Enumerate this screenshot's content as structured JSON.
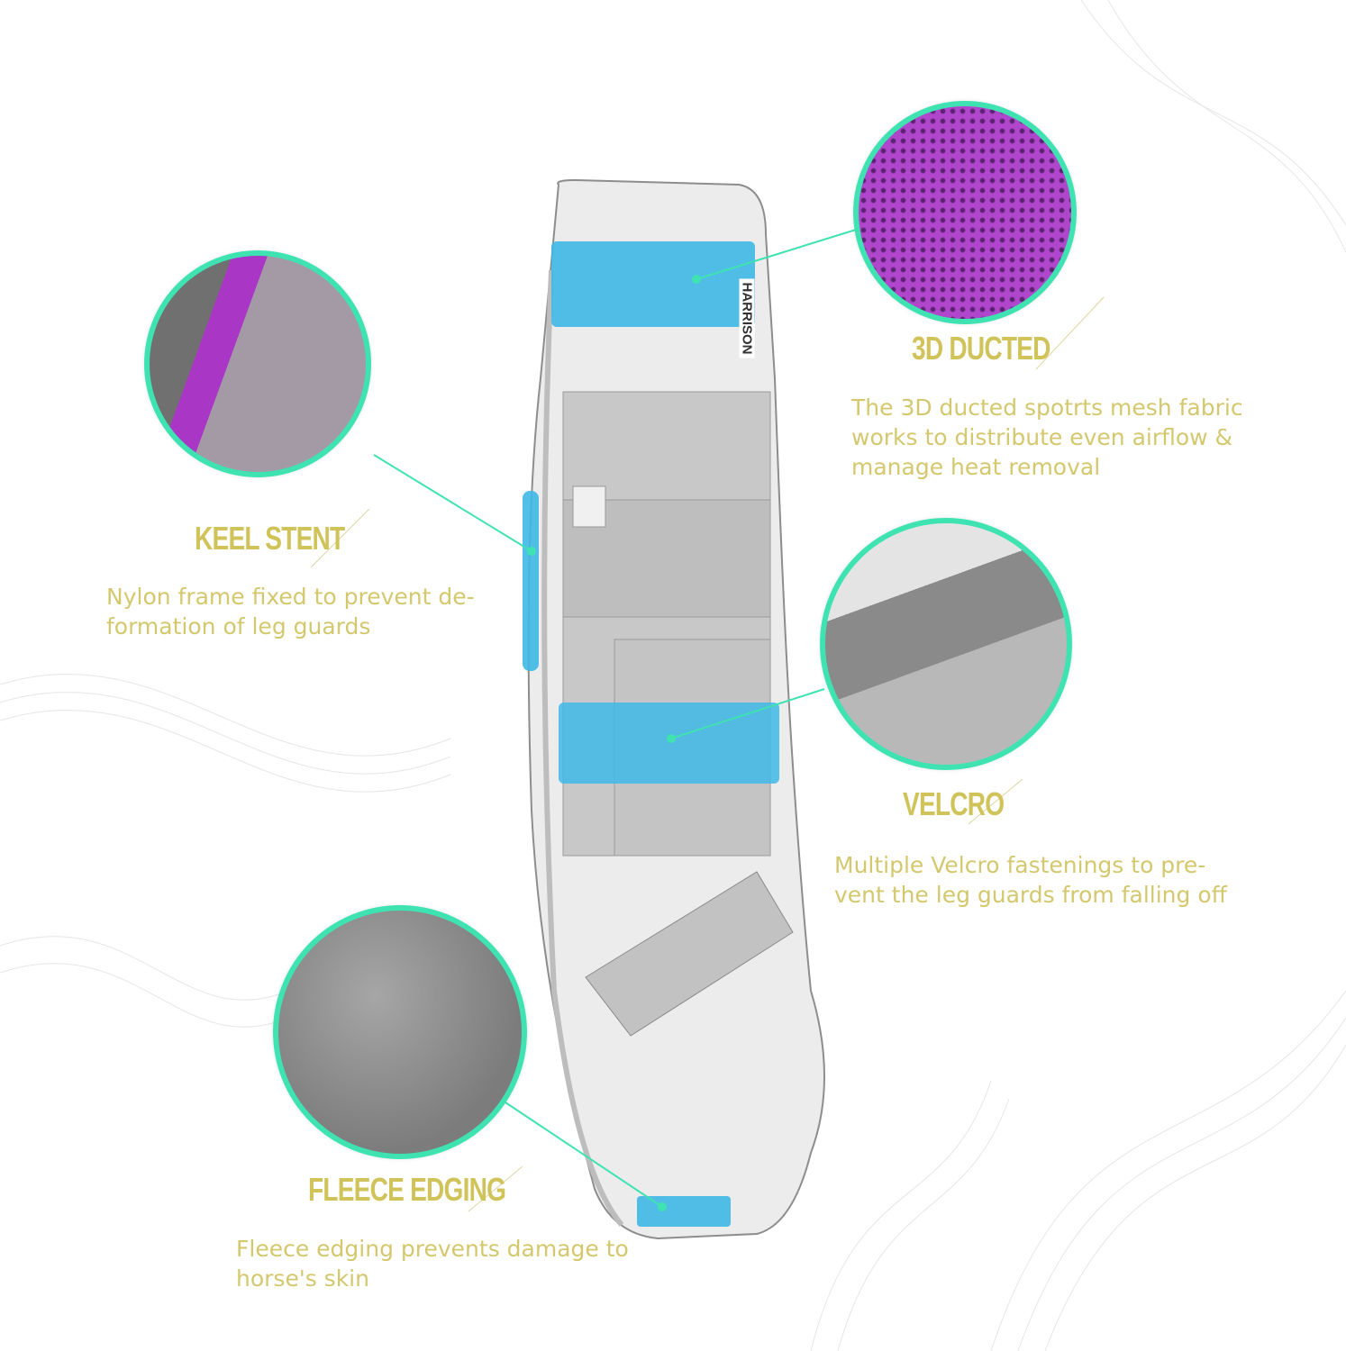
{
  "brand_label": "HARRISON",
  "colors": {
    "accent_line": "#3fe3b2",
    "title": "#cfc35a",
    "text": "#d4c86e",
    "highlight": "#3fb8e6",
    "mesh_purple": "#a23ab8"
  },
  "features": [
    {
      "title": "3D DUCTED",
      "description": [
        "The 3D ducted spotrts mesh fabric",
        "works to distribute even airflow &",
        "manage heat removal"
      ]
    },
    {
      "title": "KEEL STENT",
      "description": [
        "Nylon frame fixed to prevent de-",
        "formation of leg guards"
      ]
    },
    {
      "title": "VELCRO",
      "description": [
        "Multiple Velcro fastenings to pre-",
        "vent the leg guards from falling off"
      ]
    },
    {
      "title": "FLEECE EDGING",
      "description": [
        "Fleece edging prevents damage to",
        "horse's skin"
      ]
    }
  ]
}
